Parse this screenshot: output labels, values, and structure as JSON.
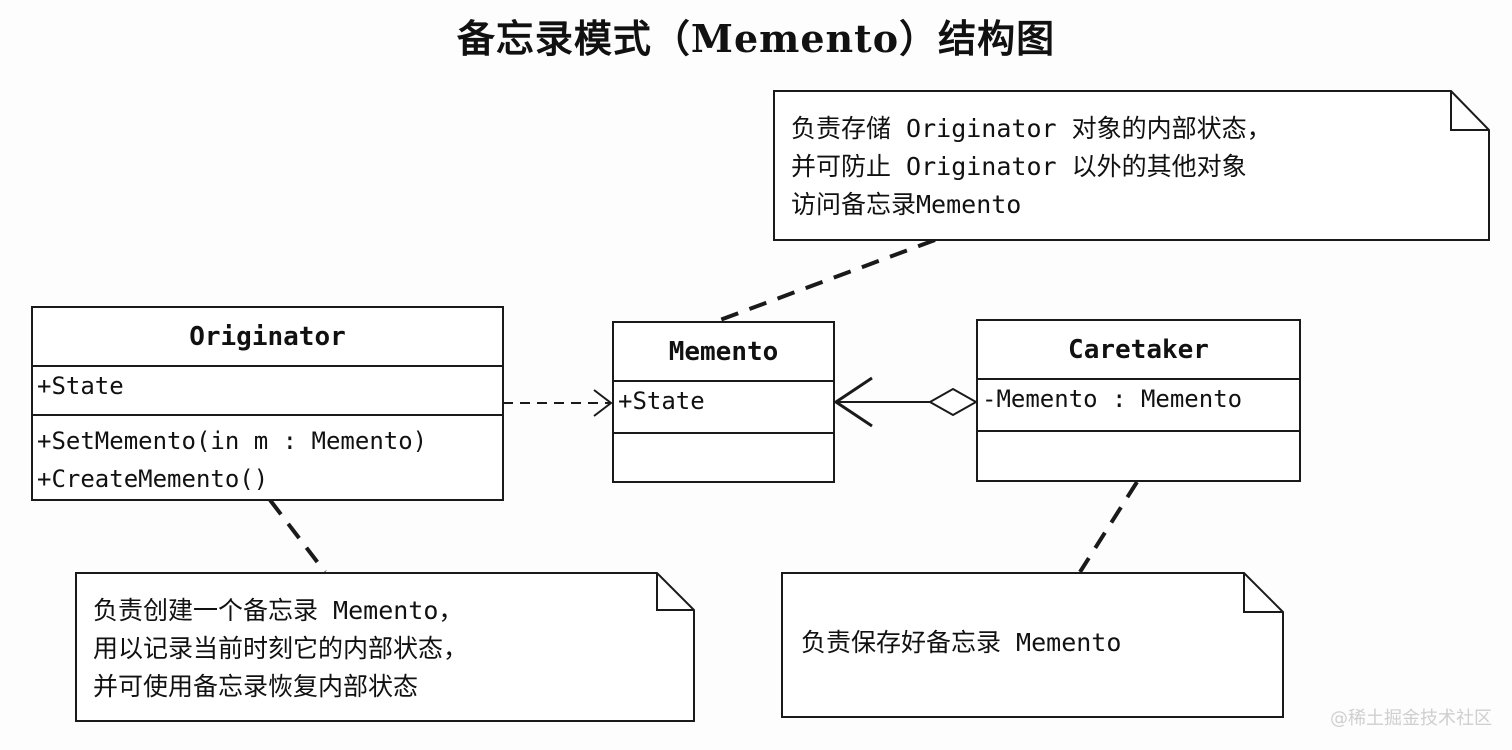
{
  "title": "备忘录模式（Memento）结构图",
  "classes": {
    "originator": {
      "name": "Originator",
      "attributes": [
        "+State"
      ],
      "operations": [
        "+SetMemento(in m : Memento)",
        "+CreateMemento()"
      ]
    },
    "memento": {
      "name": "Memento",
      "attributes": [
        "+State"
      ],
      "operations": []
    },
    "caretaker": {
      "name": "Caretaker",
      "attributes": [
        "-Memento : Memento"
      ],
      "operations": []
    }
  },
  "notes": {
    "memento_note": {
      "lines": [
        "负责存储 Originator 对象的内部状态，",
        "并可防止 Originator 以外的其他对象",
        "访问备忘录Memento"
      ]
    },
    "originator_note": {
      "lines": [
        "负责创建一个备忘录 Memento，",
        "用以记录当前时刻它的内部状态，",
        "并可使用备忘录恢复内部状态"
      ]
    },
    "caretaker_note": {
      "lines": [
        "负责保存好备忘录 Memento"
      ]
    }
  },
  "relationships": [
    {
      "from": "Originator",
      "to": "Memento",
      "type": "dependency"
    },
    {
      "from": "Caretaker",
      "to": "Memento",
      "type": "aggregation"
    }
  ],
  "watermark": "@稀土掘金技术社区"
}
